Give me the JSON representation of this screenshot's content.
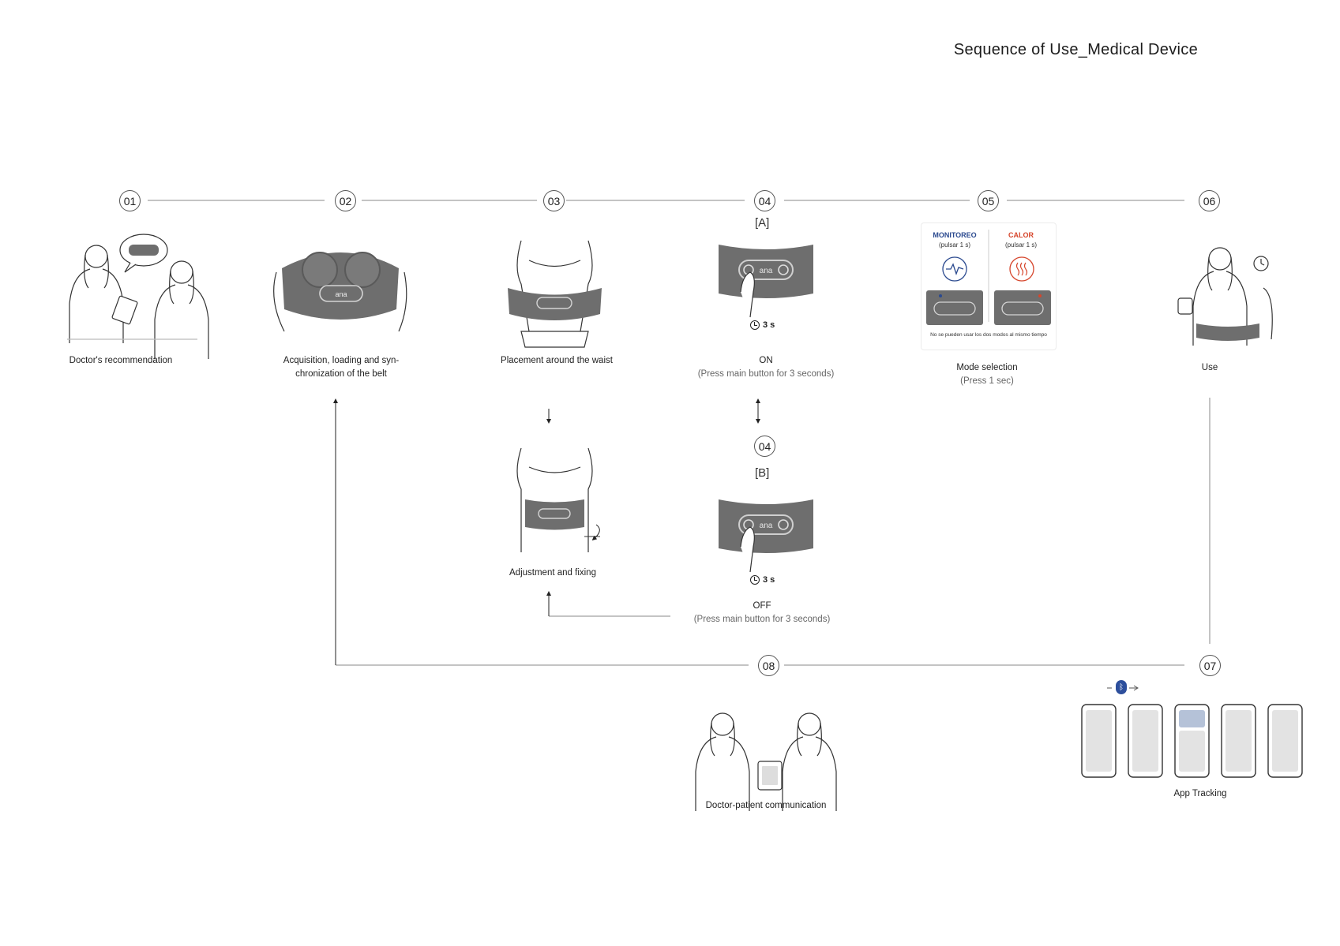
{
  "header": {
    "title": "Sequence of Use_Medical Device"
  },
  "steps": [
    {
      "num": "01",
      "label": "Doctor's recommendation"
    },
    {
      "num": "02",
      "label_line1": "Acquisition, loading and syn-",
      "label_line2": "chronization of the belt"
    },
    {
      "num": "03",
      "label": "Placement around the waist",
      "sub_label": "Adjustment and fixing"
    },
    {
      "num": "04",
      "tag_a": "[A]",
      "label_a": "ON",
      "sub_a": "(Press main button for 3 seconds)",
      "tag_b": "[B]",
      "label_b": "OFF",
      "sub_b": "(Press main button for 3 seconds)",
      "timer": "3 s"
    },
    {
      "num": "05",
      "label": "Mode selection",
      "sub": "(Press 1 sec)",
      "modes": [
        {
          "name": "MONITOREO",
          "hint": "(pulsar 1 s)",
          "color": "#2b4a8f"
        },
        {
          "name": "CALOR",
          "hint": "(pulsar 1 s)",
          "color": "#d6452b"
        }
      ],
      "note": "No se pueden usar los dos modos al mismo tiempo"
    },
    {
      "num": "06",
      "label": "Use"
    },
    {
      "num": "07",
      "label": "App Tracking"
    },
    {
      "num": "08",
      "label": "Doctor-patient communication"
    }
  ],
  "device": {
    "brand": "ana"
  },
  "colors": {
    "line": "#8a8a8a",
    "belt": "#6e6e6e",
    "belt_dark": "#4d4d4d",
    "monitor": "#2b4a8f",
    "heat": "#d6452b",
    "bluetooth": "#2d4f9c"
  }
}
